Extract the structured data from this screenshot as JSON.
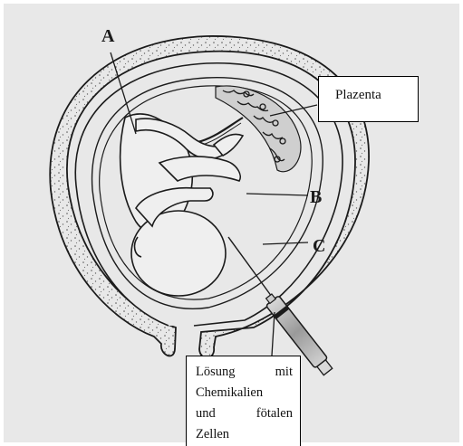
{
  "labels": {
    "a": "A",
    "b": "B",
    "c": "C"
  },
  "boxes": {
    "plazenta": "Plazenta",
    "solution": {
      "line1_left": "Lösung",
      "line1_right": "mit",
      "line2": "Chemikalien",
      "line3_left": "und",
      "line3_right": "fötalen",
      "line4": "Zellen"
    }
  },
  "colors": {
    "background": "#e8e8e8",
    "ink": "#1b1b1b",
    "box_fill": "#ffffff"
  }
}
